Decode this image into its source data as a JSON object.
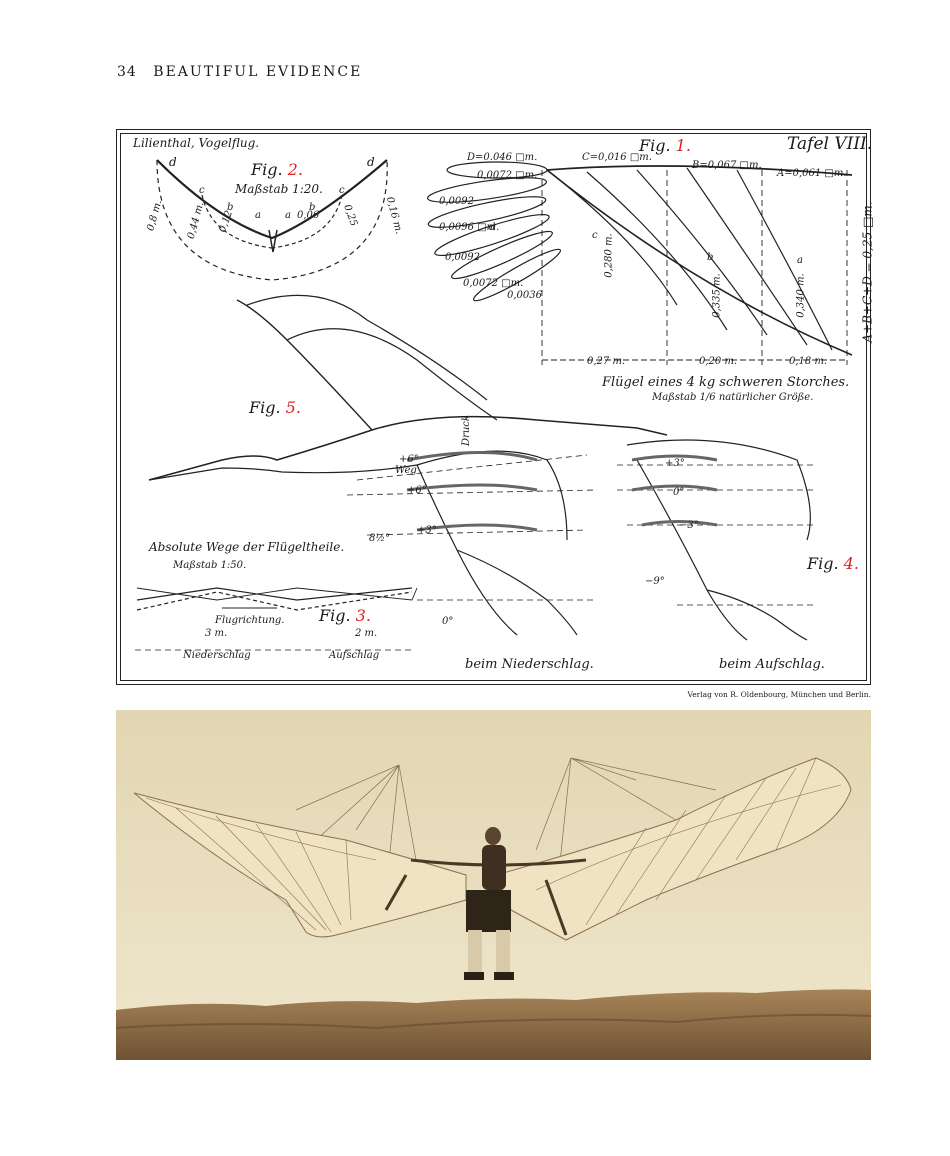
{
  "header": {
    "page_number": "34",
    "title": "BEAUTIFUL EVIDENCE"
  },
  "plate": {
    "corner_left": "Lilienthal, Vogelflug.",
    "corner_right": "Tafel VIII.",
    "fig1": {
      "label": "Fig.",
      "num": "1.",
      "caption": "Flügel eines 4 kg schweren Storches.",
      "scale": "Maßstab 1/6 natürlicher Größe.",
      "areas": [
        "D=0.046 □m.",
        "C=0,016 □m.",
        "B=0,067 □m.",
        "A=0,061 □m."
      ],
      "feathers": [
        "0,0072 □m.",
        "0,0092",
        "0,0096 □m.",
        "0,0092",
        "0,0072 □m.",
        "0,0036"
      ],
      "vertical": [
        "0,280 m.",
        "0,335 m.",
        "0,340 m.",
        "A+B+C+D = 0,25 □m."
      ],
      "spans": [
        "0,27 m.",
        "0,20 m.",
        "0,18 m."
      ],
      "points": [
        "a",
        "b",
        "c",
        "d"
      ]
    },
    "fig2": {
      "label": "Fig.",
      "num": "2.",
      "scale": "Maßstab 1:20.",
      "dims": [
        "0,8 m.",
        "0,44 m.",
        "0,12",
        "0,06",
        "0,25",
        "0,16 m."
      ],
      "points": [
        "d",
        "c",
        "b",
        "a",
        "a",
        "b",
        "c",
        "d"
      ]
    },
    "fig3": {
      "label": "Fig.",
      "num": "3.",
      "title": "Absolute Wege der Flügeltheile.",
      "scale": "Maßstab 1:50.",
      "direction": "Flugrichtung.",
      "left_span": "3 m.",
      "right_span": "2 m.",
      "left_phase": "Niederschlag",
      "right_phase": "Aufschlag"
    },
    "fig4": {
      "label": "Fig.",
      "num": "4.",
      "caption": "beim Aufschlag.",
      "angles": [
        "+3°",
        "0°",
        "−3°",
        "−9°"
      ]
    },
    "fig5": {
      "label": "Fig.",
      "num": "5.",
      "caption": "beim Niederschlag.",
      "angles": [
        "+6°",
        "+6°",
        "+3°",
        "8½°",
        "0°"
      ],
      "drag": "Druck",
      "path": "Weg"
    }
  },
  "credit": "Verlag von R. Oldenbourg, München und Berlin."
}
